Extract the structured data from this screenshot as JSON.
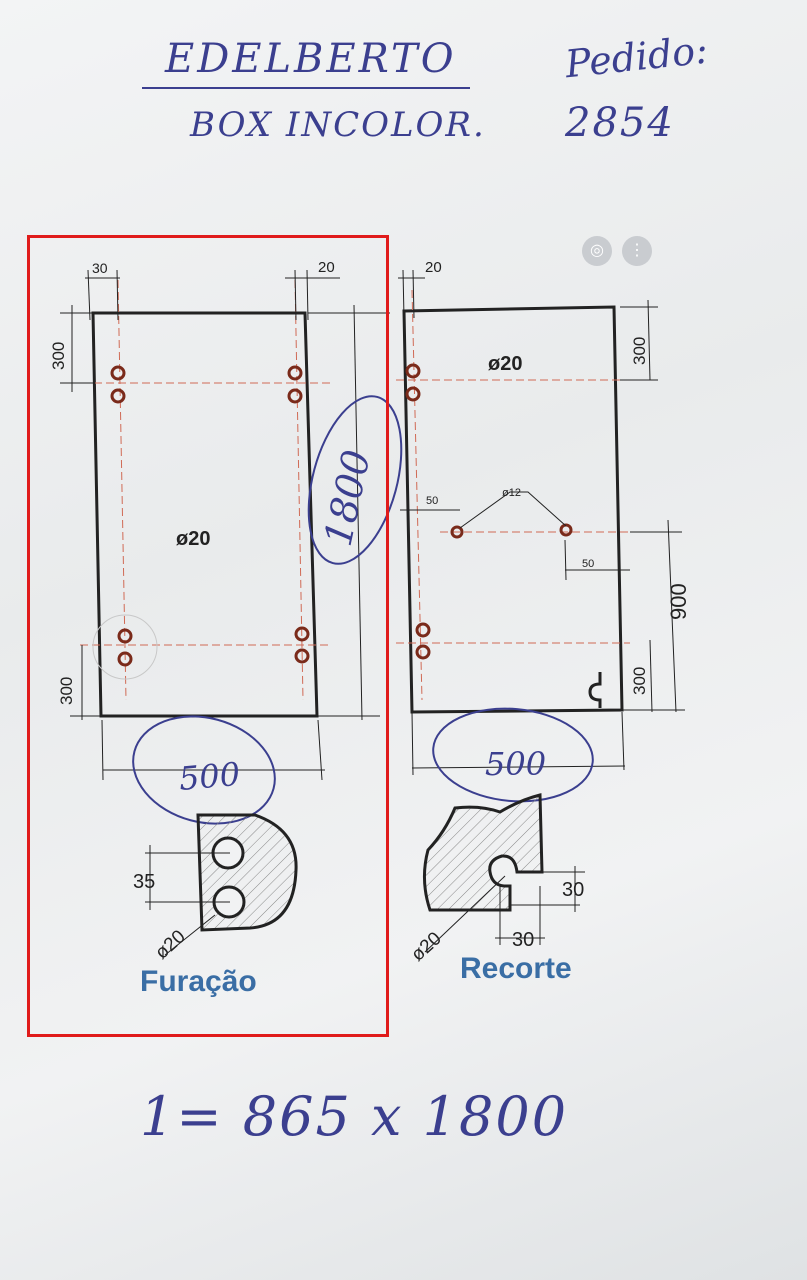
{
  "header": {
    "customer": "EDELBERTO",
    "product": "BOX INCOLOR.",
    "order_label": "Pedido:",
    "order_number": "2854"
  },
  "left_panel": {
    "dim_left_offset": "30",
    "dim_right_offset": "20",
    "dim_top": "300",
    "dim_bottom": "300",
    "hole_diameter": "ø20",
    "height": "1800",
    "width": "500"
  },
  "right_panel": {
    "dim_left_offset": "20",
    "dim_top": "300",
    "hole_diameter": "ø20",
    "small_hole_diameter": "ø12",
    "dim_50_left": "50",
    "dim_50_right": "50",
    "dim_900": "900",
    "dim_300_bottom": "300",
    "width": "500"
  },
  "detail_furacao": {
    "dim_35": "35",
    "dim_diameter": "ø20",
    "caption": "Furação"
  },
  "detail_recorte": {
    "dim_30_right": "30",
    "dim_30_bottom": "30",
    "dim_diameter": "ø20",
    "caption": "Recorte"
  },
  "footer": {
    "formula": "1= 865 x 1800"
  },
  "colors": {
    "ink": "#3b3f8f",
    "caption": "#3a6ea5",
    "highlight": "#e01b1b",
    "centerline": "#d06a55"
  }
}
